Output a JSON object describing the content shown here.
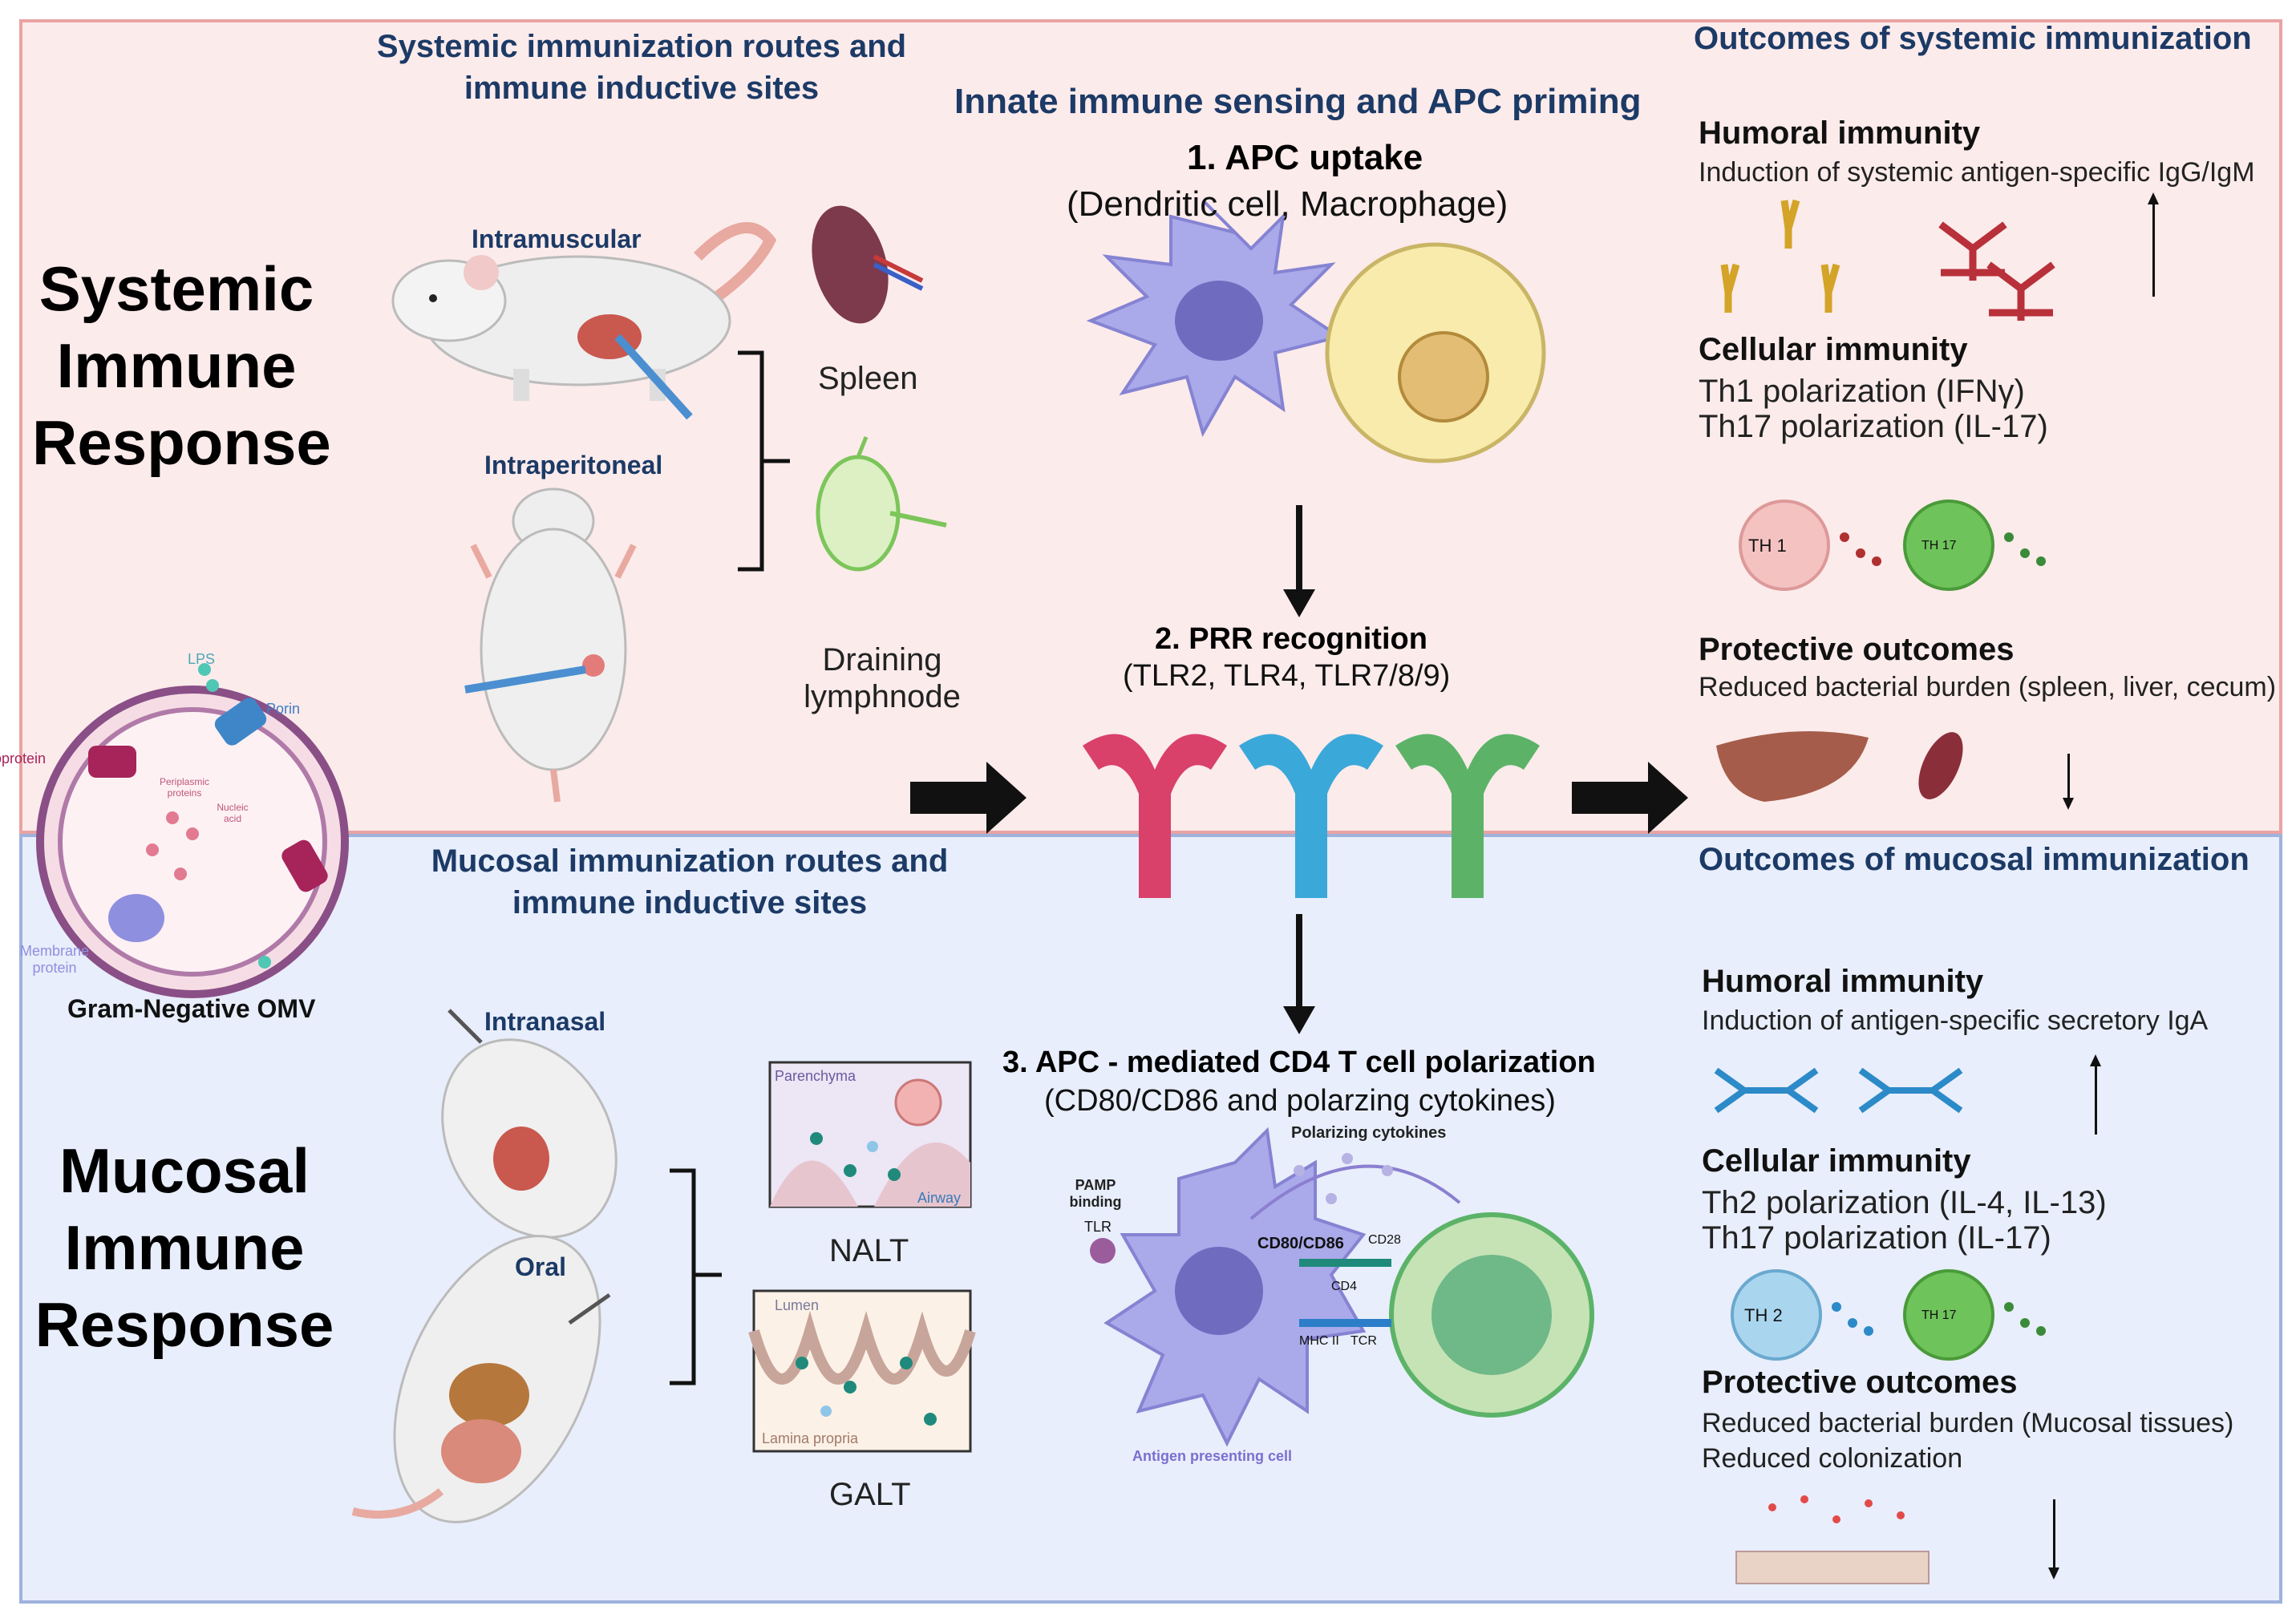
{
  "sections": {
    "systemic_title": "Systemic\nImmune\nResponse",
    "mucosal_title": "Mucosal\nImmune\nResponse",
    "systemic_routes_heading": "Systemic immunization routes and\nimmune inductive sites",
    "mucosal_routes_heading": "Mucosal immunization routes and\nimmune inductive sites",
    "innate_heading": "Innate immune sensing and APC priming",
    "systemic_outcomes_heading": "Outcomes of systemic immunization",
    "mucosal_outcomes_heading": "Outcomes of mucosal immunization"
  },
  "routes": {
    "intramuscular": "Intramuscular",
    "intraperitoneal": "Intraperitoneal",
    "intranasal": "Intranasal",
    "oral": "Oral"
  },
  "sites": {
    "spleen": "Spleen",
    "draining_lymphnode": "Draining\nlymphnode",
    "nalt": "NALT",
    "galt": "GALT",
    "parenchyma": "Parenchyma",
    "airway": "Airway",
    "lumen": "Lumen",
    "lamina_propria": "Lamina propria"
  },
  "omv": {
    "label": "Gram-Negative OMV",
    "lps": "LPS",
    "porin": "Porin",
    "lipoprotein": "Lipoprotein",
    "periplasmic": "Periplasmic\nproteins",
    "nucleic": "Nucleic\nacid",
    "membrane_protein": "Membrane\nprotein"
  },
  "steps": {
    "step1_title": "1.  APC uptake",
    "step1_sub": "(Dendritic cell, Macrophage)",
    "step2_title": "2. PRR recognition",
    "step2_sub": "(TLR2, TLR4, TLR7/8/9)",
    "step3_title": "3. APC - mediated CD4 T cell polarization",
    "step3_sub": "(CD80/CD86 and polarzing cytokines)"
  },
  "synapse": {
    "polarizing_cytokines": "Polarizing cytokines",
    "pamp_binding": "PAMP\nbinding",
    "tlr": "TLR",
    "cd80_cd86": "CD80/CD86",
    "cd28": "CD28",
    "cd4": "CD4",
    "mhc_ii": "MHC II",
    "tcr": "TCR",
    "apc": "Antigen presenting cell"
  },
  "systemic_outcomes": {
    "humoral_title": "Humoral immunity",
    "humoral_text": "Induction of systemic antigen-specific IgG/IgM",
    "cellular_title": "Cellular immunity",
    "cellular_line1": "Th1 polarization (IFNγ)",
    "cellular_line2": "Th17 polarization (IL-17)",
    "protective_title": "Protective outcomes",
    "protective_text": "Reduced bacterial burden (spleen, liver, cecum)",
    "th1": "TH 1",
    "th17": "TH 17"
  },
  "mucosal_outcomes": {
    "humoral_title": "Humoral immunity",
    "humoral_text": "Induction of antigen-specific secretory IgA",
    "cellular_title": "Cellular immunity",
    "cellular_line1": "Th2 polarization (IL-4, IL-13)",
    "cellular_line2": "Th17 polarization (IL-17)",
    "protective_title": "Protective outcomes",
    "protective_line1": "Reduced bacterial burden (Mucosal tissues)",
    "protective_line2": "Reduced colonization",
    "th2": "TH 2",
    "th17": "TH 17"
  },
  "colors": {
    "systemic_bg": "#fcebeb",
    "mucosal_bg": "#e8eefb",
    "heading_navy": "#1c3a66",
    "dendritic": "#a9a8e8",
    "macrophage": "#f7e8a4",
    "tlr_red": "#d9406a",
    "tlr_blue": "#3aa8d8",
    "tlr_green": "#5cb368"
  }
}
